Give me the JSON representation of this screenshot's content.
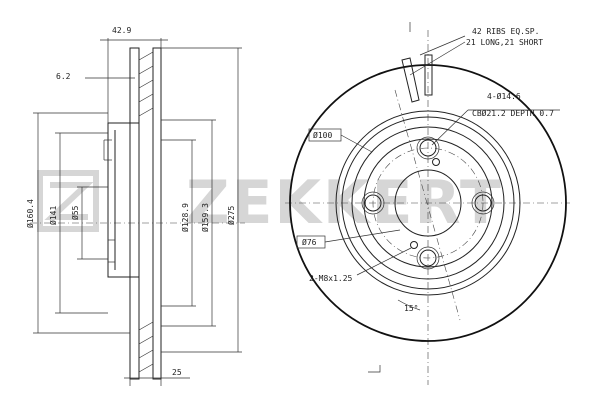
{
  "watermark": {
    "brand": "ZEKKERT"
  },
  "side_view": {
    "dims": {
      "width_total": "42.9",
      "hat_offset": "6.2",
      "d_160_4": "Ø160.4",
      "d_141": "Ø141",
      "d_55": "Ø55",
      "d_128_9": "Ø128.9",
      "d_159_3": "Ø159.3",
      "d_275": "Ø275",
      "thickness": "25"
    }
  },
  "front_view": {
    "notes": {
      "ribs_line1": "42 RIBS EQ.SP.",
      "ribs_line2": "21 LONG,21 SHORT",
      "holes_line1": "4-Ø14.6",
      "holes_line2": "CBØ21.2 DEPTH 0.7",
      "pcd": "Ø100",
      "center": "Ø76",
      "threads": "2-M8x1.25",
      "angle": "15°"
    }
  }
}
